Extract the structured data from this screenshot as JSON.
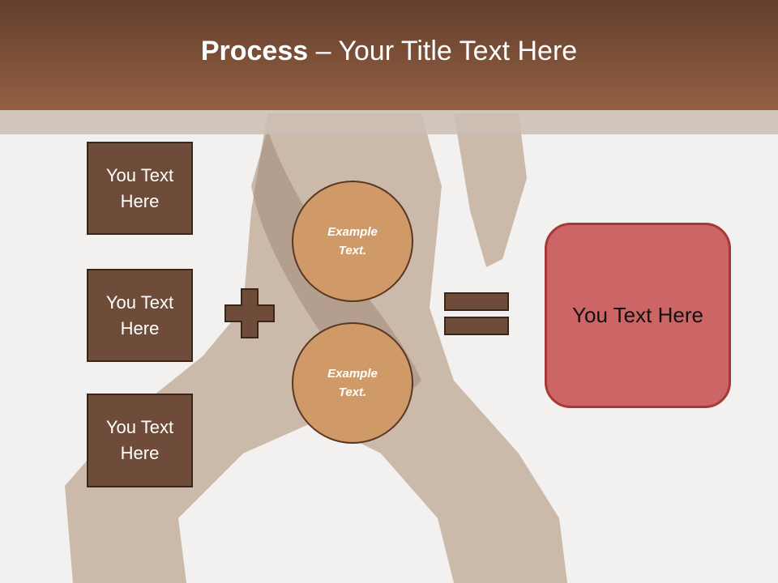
{
  "header": {
    "title_bold": "Process",
    "title_rest": " – Your Title Text Here"
  },
  "left_boxes": [
    {
      "line1": "You Text",
      "line2": "Here"
    },
    {
      "line1": "You Text",
      "line2": "Here"
    },
    {
      "line1": "You Text",
      "line2": "Here"
    }
  ],
  "circles": [
    {
      "line1": "Example",
      "line2": "Text."
    },
    {
      "line1": "Example",
      "line2": "Text."
    }
  ],
  "result": {
    "label": "You Text Here"
  },
  "colors": {
    "header_dark": "#623f2c",
    "header_light": "#935f43",
    "box_fill": "#6f4c39",
    "circle_fill": "#cf9a67",
    "result_fill": "#cc6565",
    "result_border": "#a83838"
  },
  "icons": [
    "plus-icon",
    "equals-icon"
  ]
}
